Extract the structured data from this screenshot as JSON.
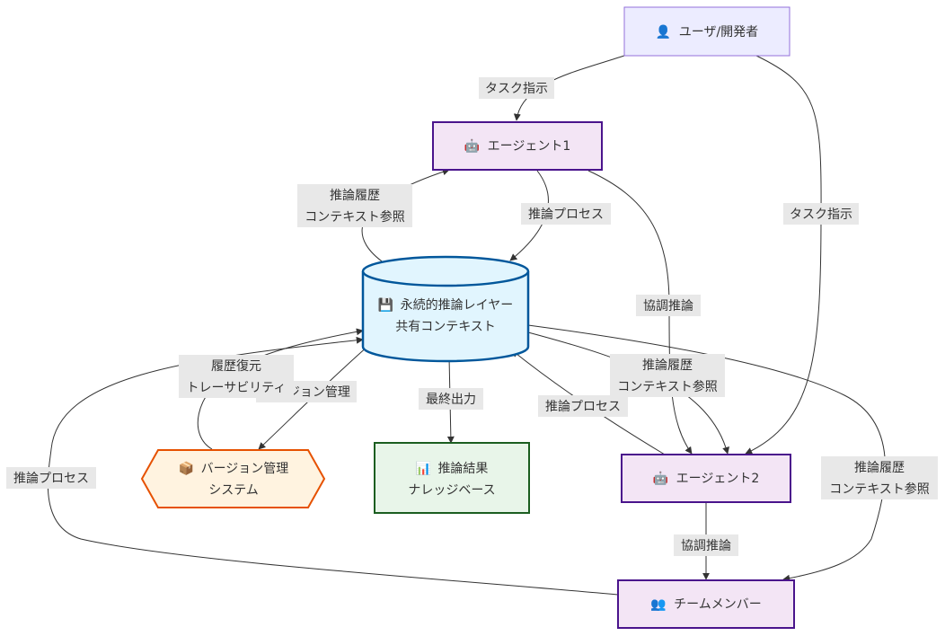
{
  "nodes": {
    "user": {
      "icon": "👤",
      "label": "ユーザ/開発者",
      "fill": "#ececff",
      "stroke": "#9370db"
    },
    "agent1": {
      "icon": "🤖",
      "label": "エージェント1",
      "fill": "#f3e5f5",
      "stroke": "#4a148c"
    },
    "agent2": {
      "icon": "🤖",
      "label": "エージェント2",
      "fill": "#f3e5f5",
      "stroke": "#4a148c"
    },
    "team": {
      "icon": "👥",
      "label": "チームメンバー",
      "fill": "#f3e5f5",
      "stroke": "#4a148c"
    },
    "store": {
      "icon": "💾",
      "line1": "永続的推論レイヤー",
      "line2": "共有コンテキスト",
      "fill": "#e1f5fe",
      "stroke": "#01579b"
    },
    "vcs": {
      "icon": "📦",
      "line1": "バージョン管理",
      "line2": "システム",
      "fill": "#fff3e0",
      "stroke": "#e65100"
    },
    "kb": {
      "icon": "📊",
      "line1": "推論結果",
      "line2": "ナレッジベース",
      "fill": "#e8f5e9",
      "stroke": "#1b5e20"
    }
  },
  "edges": {
    "user_agent1": "タスク指示",
    "user_agent2": "タスク指示",
    "agent1_store": "推論プロセス",
    "store_agent1": [
      "推論履歴",
      "コンテキスト参照"
    ],
    "agent1_agent2": "協調推論",
    "agent2_store": "推論プロセス",
    "store_agent2": [
      "推論履歴",
      "コンテキスト参照"
    ],
    "store_vcs": "バージョン管理",
    "vcs_store": [
      "履歴復元",
      "トレーサビリティ"
    ],
    "store_kb": "最終出力",
    "agent2_team": "協調推論",
    "team_store": "推論プロセス",
    "store_team": [
      "推論履歴",
      "コンテキスト参照"
    ]
  }
}
